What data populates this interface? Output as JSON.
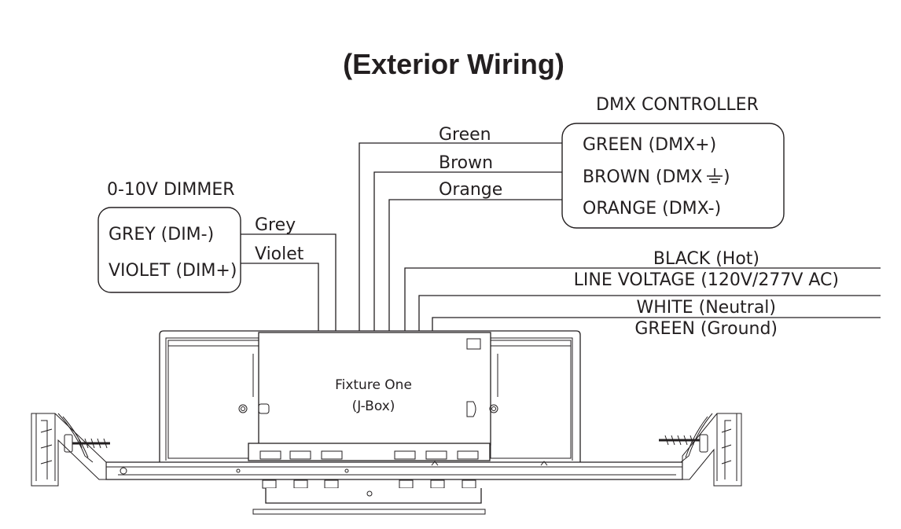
{
  "title": "(Exterior Wiring)",
  "dimmer": {
    "heading": "0-10V DIMMER",
    "terminals": [
      "GREY (DIM-)",
      "VIOLET (DIM+)"
    ],
    "wires": [
      "Grey",
      "Violet"
    ]
  },
  "dmx_controller": {
    "heading": "DMX CONTROLLER",
    "terminals": [
      "GREEN (DMX+)",
      "BROWN (DMX",
      "ORANGE (DMX-)"
    ],
    "terminal_suffix": ")",
    "ground_symbol_icon": "ground-icon",
    "wires": [
      "Green",
      "Brown",
      "Orange"
    ]
  },
  "line_voltage": {
    "label": "LINE VOLTAGE (120V/277V AC)",
    "wires": [
      "BLACK (Hot)",
      "WHITE (Neutral)",
      "GREEN (Ground)"
    ]
  },
  "fixture": {
    "name": "Fixture One",
    "sub": "(J-Box)"
  },
  "colors": {
    "line": "#231f20",
    "background": "#ffffff"
  }
}
